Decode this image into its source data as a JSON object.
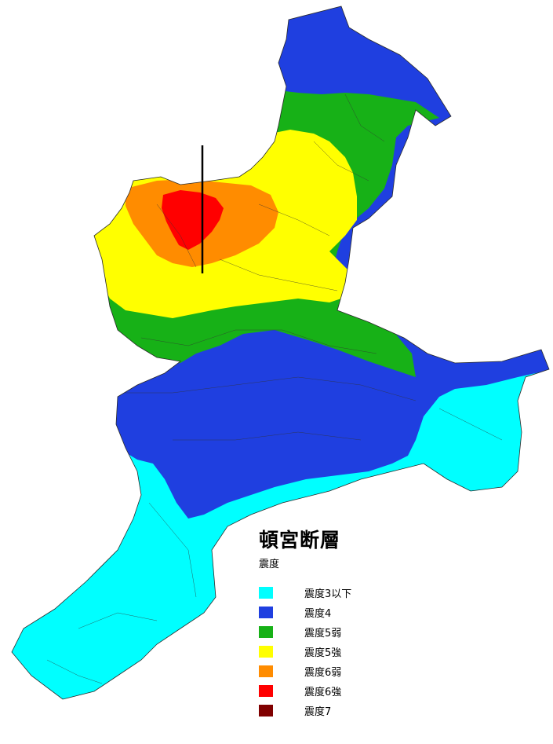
{
  "map": {
    "title": "頓宮断層",
    "subtitle": "震度",
    "colors": {
      "intensity_3_or_less": "#00ffff",
      "intensity_4": "#1f3fe0",
      "intensity_5_lower": "#17b117",
      "intensity_5_upper": "#ffff00",
      "intensity_6_lower": "#ff8c00",
      "intensity_6_upper": "#ff0000",
      "intensity_7": "#800000"
    },
    "legend": [
      {
        "label": "震度3以下",
        "color": "#00ffff"
      },
      {
        "label": "震度4",
        "color": "#1f3fe0"
      },
      {
        "label": "震度5弱",
        "color": "#17b117"
      },
      {
        "label": "震度5強",
        "color": "#ffff00"
      },
      {
        "label": "震度6弱",
        "color": "#ff8c00"
      },
      {
        "label": "震度6強",
        "color": "#ff0000"
      },
      {
        "label": "震度7",
        "color": "#800000"
      }
    ]
  }
}
